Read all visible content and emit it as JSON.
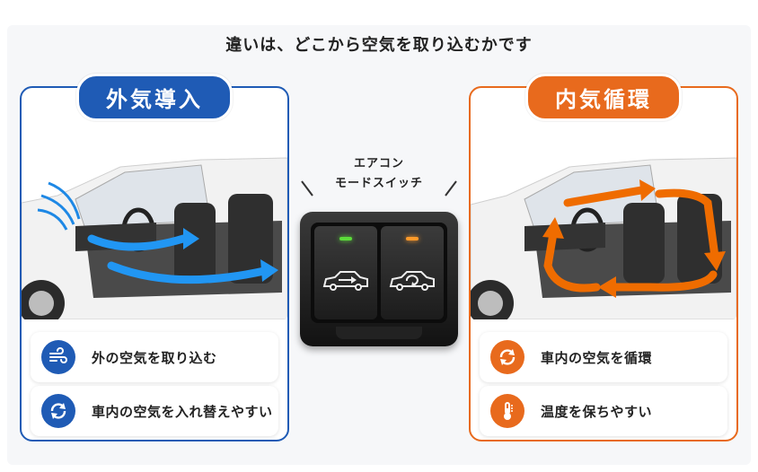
{
  "headline": "違いは、どこから空気を取り込むかです",
  "colors": {
    "fresh": "#1f5bb5",
    "recirc": "#e86a1d",
    "led_fresh": "#5cdc3a",
    "led_recirc": "#ff9a2a"
  },
  "fresh": {
    "title": "外気導入",
    "features": [
      {
        "icon": "wind-icon",
        "text": "外の空気を取り込む"
      },
      {
        "icon": "recycle-arrows-icon",
        "text": "車内の空気を入れ替えやすい"
      }
    ]
  },
  "switch": {
    "caption_line1": "エアコン",
    "caption_line2": "モードスイッチ"
  },
  "recirc": {
    "title": "内気循環",
    "features": [
      {
        "icon": "recycle-arrows-icon",
        "text": "車内の空気を循環"
      },
      {
        "icon": "thermometer-icon",
        "text": "温度を保ちやすい"
      }
    ]
  }
}
